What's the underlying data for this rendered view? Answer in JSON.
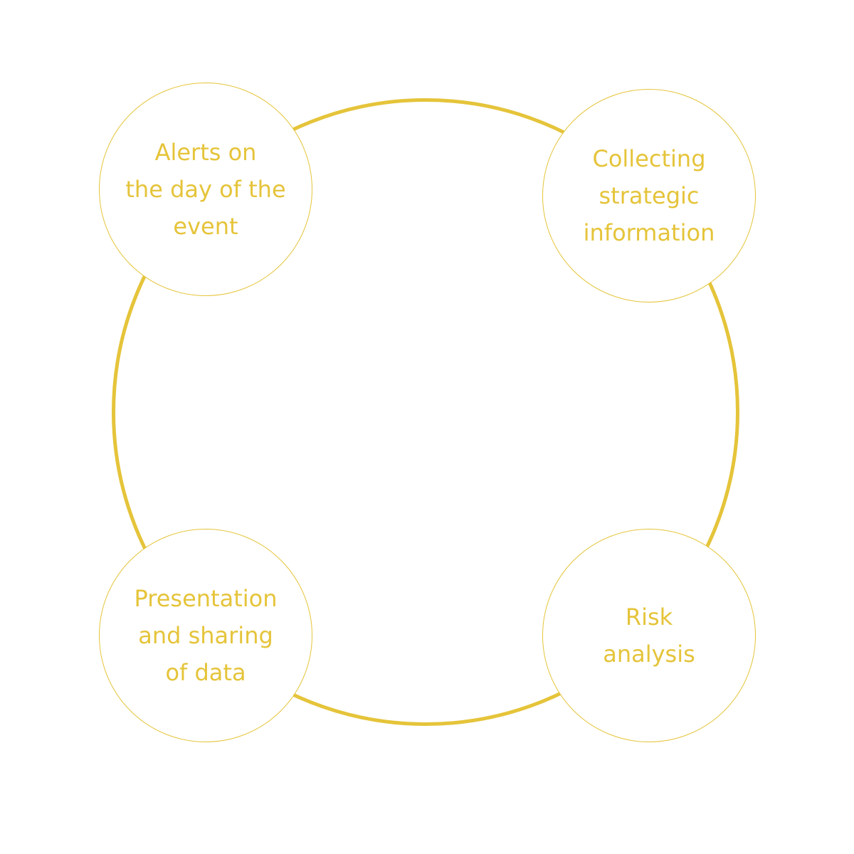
{
  "diagram": {
    "accent_color": "#E5C43A",
    "nodes": [
      {
        "lines": [
          "Alerts on",
          "the day of the",
          "event"
        ]
      },
      {
        "lines": [
          "Collecting",
          "strategic",
          "information"
        ]
      },
      {
        "lines": [
          "Presentation",
          "and sharing",
          "of data"
        ]
      },
      {
        "lines": [
          "Risk",
          "analysis"
        ]
      }
    ]
  }
}
